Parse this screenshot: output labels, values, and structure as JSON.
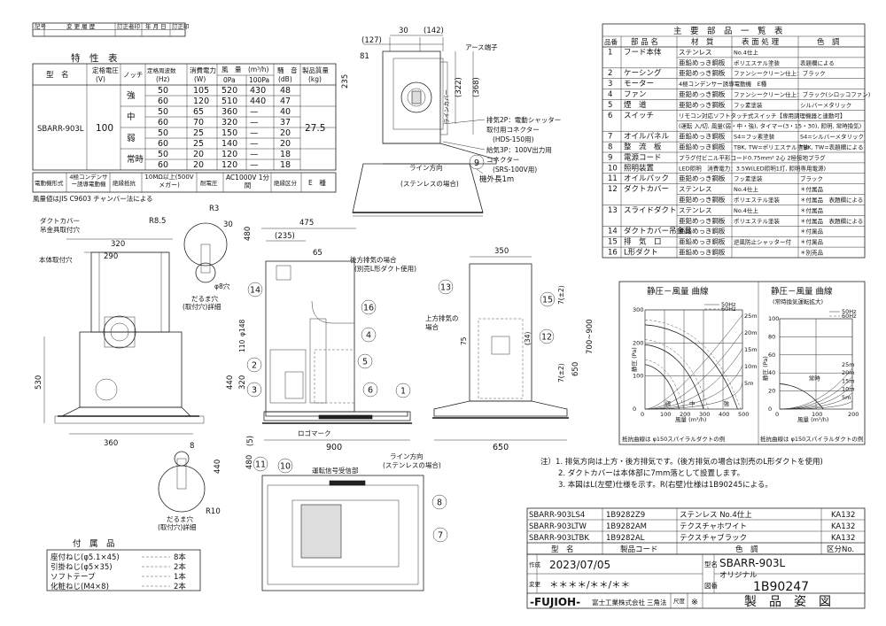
{
  "revision_block": {
    "c1": "記号",
    "c2": "変 更 履 歴",
    "c3": "訂正者印",
    "c4": "年 月 日",
    "c5": "訂正印"
  },
  "spec": {
    "heading": "特　性　表",
    "model_label": "型　名",
    "voltage_label": "定格電圧",
    "voltage_unit": "(V)",
    "notch_label": "ノッチ",
    "freq_label": "定格周波数",
    "freq_unit": "(Hz)",
    "power_label": "消費電力",
    "power_unit": "(W)",
    "air_label": "風　量　(m³/h)",
    "air_sub1": "0Pa",
    "air_sub2": "100Pa",
    "noise_label": "騒　音",
    "noise_unit": "(dB)",
    "mass_label": "製品質量",
    "mass_unit": "(kg)",
    "model": "SBARR-903L",
    "voltage": "100",
    "mass": "27.5",
    "rows": [
      {
        "notch": "強",
        "hz": "50",
        "w": "105",
        "a0": "520",
        "a100": "430",
        "db": "48"
      },
      {
        "notch": "",
        "hz": "60",
        "w": "120",
        "a0": "510",
        "a100": "440",
        "db": "47"
      },
      {
        "notch": "中",
        "hz": "50",
        "w": "65",
        "a0": "360",
        "a100": "—",
        "db": "40"
      },
      {
        "notch": "",
        "hz": "60",
        "w": "70",
        "a0": "320",
        "a100": "—",
        "db": "37"
      },
      {
        "notch": "弱",
        "hz": "50",
        "w": "25",
        "a0": "150",
        "a100": "—",
        "db": "20"
      },
      {
        "notch": "",
        "hz": "60",
        "w": "25",
        "a0": "140",
        "a100": "—",
        "db": "20"
      },
      {
        "notch": "常時",
        "hz": "50",
        "w": "20",
        "a0": "120",
        "a100": "—",
        "db": "18"
      },
      {
        "notch": "",
        "hz": "60",
        "w": "20",
        "a0": "120",
        "a100": "—",
        "db": "18"
      }
    ],
    "motor_form_label": "電動機形式",
    "motor_form": "4極コンデンサー誘導電動機",
    "insulation_label": "絶縁抵抗",
    "insulation": "10MΩ以上(500Vメガー)",
    "withstand_label": "耐電圧",
    "withstand": "AC1000V 1分間",
    "insul_class_label": "絶縁区分",
    "insul_class": "E　種",
    "note": "風量値はJIS C9603 チャンバー法による"
  },
  "parts": {
    "heading": "主　要　部　品　一　覧　表",
    "col_no": "品番",
    "col_name": "部 品 名",
    "col_material": "材　質",
    "col_finish": "表 面 処 理",
    "col_color": "色　調",
    "rows": [
      {
        "no": "1",
        "name": "フード本体",
        "material": "ステンレス",
        "finish": "No.4仕上",
        "color": ""
      },
      {
        "no": "",
        "name": "",
        "material": "亜鉛めっき鋼板",
        "finish": "ポリエステル塗装",
        "color": "表題欄による"
      },
      {
        "no": "2",
        "name": "ケーシング",
        "material": "亜鉛めっき鋼板",
        "finish": "ファンシークリーン仕上：ブラック",
        "color": ""
      },
      {
        "no": "3",
        "name": "モーター",
        "material": "4極コンデンサー誘導電動機　E種",
        "finish": "",
        "color": ""
      },
      {
        "no": "4",
        "name": "ファン",
        "material": "亜鉛めっき鋼板",
        "finish": "ファンシークリーン仕上：ブラック(シロッコファン)",
        "color": ""
      },
      {
        "no": "5",
        "name": "煙　道",
        "material": "亜鉛めっき鋼板",
        "finish": "フッ素塗装",
        "color": "シルバーメタリック"
      },
      {
        "no": "6",
        "name": "スイッチ",
        "material": "リモコン対応ソフトタッチ式スイッチ【専用調理機器と連動可】",
        "finish": "",
        "color": ""
      },
      {
        "no": "",
        "name": "",
        "material": "(運転 入/切, 風量(弱・中・強), タイマー(3・15・30), 照明, 常時換気)",
        "finish": "",
        "color": ""
      },
      {
        "no": "7",
        "name": "オイルパネル",
        "material": "亜鉛めっき鋼板",
        "finish": "S4=フッ素塗装",
        "color": "S4=シルバーメタリック"
      },
      {
        "no": "8",
        "name": "整　流　板",
        "material": "亜鉛めっき鋼板",
        "finish": "TBK, TW=ポリエステル塗装",
        "color": "TBK, TW=表題欄による"
      },
      {
        "no": "9",
        "name": "電源コード",
        "material": "プラグ付ビニル平形コード0.75mm² 2心 2極接地プラグ",
        "finish": "",
        "color": ""
      },
      {
        "no": "10",
        "name": "照明装置",
        "material": "LED照明　消費電力：3.5W(LED照明1灯, 照明専用電源)",
        "finish": "",
        "color": ""
      },
      {
        "no": "11",
        "name": "オイルパック",
        "material": "亜鉛めっき鋼板",
        "finish": "フッ素塗装",
        "color": "ブラック"
      },
      {
        "no": "12",
        "name": "ダクトカバー",
        "material": "ステンレス",
        "finish": "No.4仕上",
        "color": "＊付属品"
      },
      {
        "no": "",
        "name": "",
        "material": "亜鉛めっき鋼板",
        "finish": "ポリエステル塗装",
        "color": "＊付属品　表題欄による"
      },
      {
        "no": "13",
        "name": "スライドダクト",
        "material": "ステンレス",
        "finish": "No.4仕上",
        "color": "＊付属品"
      },
      {
        "no": "",
        "name": "",
        "material": "亜鉛めっき鋼板",
        "finish": "ポリエステル塗装",
        "color": "＊付属品　表題欄による"
      },
      {
        "no": "14",
        "name": "ダクトカバー吊金具",
        "material": "亜鉛めっき鋼板",
        "finish": "",
        "color": "＊付属品"
      },
      {
        "no": "15",
        "name": "排　気　口",
        "material": "亜鉛めっき鋼板",
        "finish": "逆風防止シャッター付",
        "color": "＊付属品"
      },
      {
        "no": "16",
        "name": "L形ダクト",
        "material": "亜鉛めっき鋼板",
        "finish": "",
        "color": "＊別売品"
      }
    ]
  },
  "curves": {
    "left_title": "静圧－風量 曲線",
    "right_title": "静圧－風量 曲線",
    "right_sub": "(常時換気運転拡大)",
    "legend_50": "50Hz",
    "legend_60": "60Hz",
    "ylabel": "静圧 (Pa)",
    "xlabel": "風量 (m³/h)",
    "left_xticks": [
      "0",
      "100",
      "200",
      "300",
      "400",
      "500"
    ],
    "left_yticks": [
      "0",
      "100",
      "200",
      "300"
    ],
    "left_pipe_labels": [
      "25m",
      "20m",
      "15m",
      "10m",
      "5m"
    ],
    "right_xticks": [
      "0",
      "100",
      "200"
    ],
    "right_yticks": [
      "0",
      "20",
      "40",
      "60",
      "80",
      "100"
    ],
    "right_pipe_labels": [
      "25m",
      "20m",
      "15m",
      "10m",
      "5m"
    ],
    "right_tag": "常時",
    "notch_tags": [
      "弱",
      "中",
      "強"
    ],
    "footnote": "抵抗曲線は φ150スパイラルダクトの例"
  },
  "drawings": {
    "side_dims": [
      "30",
      "(142)",
      "(127)",
      "81",
      "235",
      "(322)",
      "(368)"
    ],
    "side_notes": [
      "アース端子",
      "ラインカバー"
    ],
    "side_callouts": [
      "排気2P：電動シャッター",
      "取付用コネクター",
      "(HDS-150用)",
      "給気3P：100V出力用",
      "コネクター",
      "(SRS-100V用)"
    ],
    "cord_label": "機外長1m",
    "cord_no": "9",
    "line_dir": "ライン方向",
    "line_dir2": "(ステンレスの場合)",
    "left_dims": [
      "ダクトカバー",
      "吊金具取付穴",
      "320",
      "290",
      "本体取付穴",
      "530",
      "360"
    ],
    "detail_top": [
      "R8.5",
      "R3",
      "30",
      "480",
      "φ8穴"
    ],
    "detail_top_note": [
      "だるま穴",
      "(取付穴)詳細"
    ],
    "detail_bottom": [
      "8",
      "440",
      "R10"
    ],
    "detail_bottom_note": [
      "だるま穴",
      "(取付穴)詳細"
    ],
    "front_dims": [
      "475",
      "(235)",
      "65",
      "φ148",
      "110",
      "320",
      "480",
      "440",
      "(5)",
      "900"
    ],
    "front_notes": [
      "後方排気の場合",
      "(別売L形ダクト使用)"
    ],
    "front_logo": "ロゴマーク",
    "front_line_dir": "ライン方向",
    "front_line_dir2": "(ステンレスの場合)",
    "right_dims": [
      "350",
      "7(±2)",
      "75",
      "(34)",
      "7(±2)",
      "650",
      "700~900",
      "650"
    ],
    "right_note": [
      "上方排気の",
      "場合"
    ],
    "bottom_label": "運転信号受信部",
    "callout_numbers": [
      "1",
      "2",
      "3",
      "4",
      "5",
      "6",
      "7",
      "8",
      "10",
      "11",
      "12",
      "13",
      "14",
      "15",
      "16"
    ]
  },
  "notes": [
    "注）1. 排気方向は上方・後方排気です。(後方排気の場合は別売のL形ダクトを使用)",
    "2. ダクトカバーは本体部に7mm落として設置します。",
    "3. 本図はL(左壁)仕様を示す。R(右壁)仕様は1B90245による。"
  ],
  "accessories": {
    "heading": "付　属　品",
    "items": [
      {
        "name": "座付ねじ(φ5.1×45)",
        "qty": "8本"
      },
      {
        "name": "引掛ねじ(φ5×35)",
        "qty": "2本"
      },
      {
        "name": "ソフトテープ",
        "qty": "1本"
      },
      {
        "name": "化粧ねじ(M4×8)",
        "qty": "2本"
      }
    ]
  },
  "variants": {
    "rows": [
      {
        "model": "SBARR-903LS4",
        "code": "1B9282Z9",
        "color": "ステンレス No.4仕上",
        "cls": "KA132"
      },
      {
        "model": "SBARR-903LTW",
        "code": "1B9282AM",
        "color": "テクスチャホワイト",
        "cls": "KA132"
      },
      {
        "model": "SBARR-903LTBK",
        "code": "1B9282AL",
        "color": "テクスチャブラック",
        "cls": "KA132"
      }
    ],
    "h_model": "型　名",
    "h_code": "製品コード",
    "h_color": "色　調",
    "h_cls": "区分No."
  },
  "title_block": {
    "made_label": "作成",
    "date": "2023/07/05",
    "change_label": "変更",
    "change_value": "＊＊＊＊/＊＊/＊＊",
    "type_label": "型名",
    "model": "SBARR-903L",
    "original_label": "オリジナル",
    "drawing_label": "図番",
    "drawing_no": "1B90247",
    "brand": "-FUJIOH-",
    "company": "富士工業株式会社",
    "projection": "三角法",
    "scale_label": "尺度",
    "scale_value": "※",
    "title": "製　品　姿　図"
  }
}
